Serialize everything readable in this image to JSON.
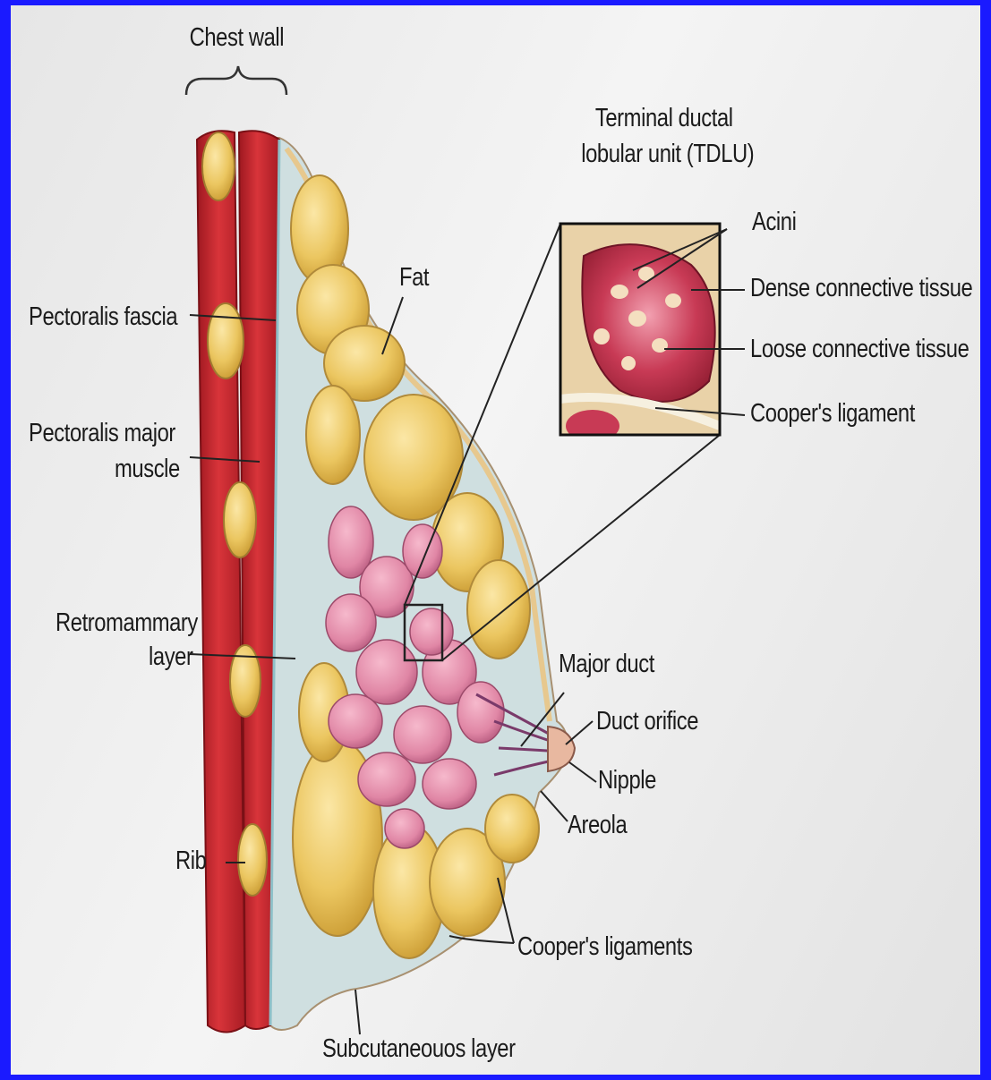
{
  "labels": {
    "chest_wall": "Chest wall",
    "tdlu_line1": "Terminal ductal",
    "tdlu_line2": "lobular unit (TDLU)",
    "acini": "Acini",
    "dense_connective": "Dense connective tissue",
    "loose_connective": "Loose connective tissue",
    "coopers_ligament": "Cooper's ligament",
    "fat": "Fat",
    "pectoralis_fascia": "Pectoralis fascia",
    "pectoralis_major_line1": "Pectoralis major",
    "pectoralis_major_line2": "muscle",
    "retromammary_line1": "Retromammary",
    "retromammary_line2": "layer",
    "major_duct": "Major duct",
    "duct_orifice": "Duct orifice",
    "nipple": "Nipple",
    "areola": "Areola",
    "rib": "Rib",
    "coopers_ligaments": "Cooper's ligaments",
    "subcutaneous": "Subcutaneouos layer"
  },
  "colors": {
    "frame": "#1a1aff",
    "muscle": "#c8202a",
    "fat": "#e8c25a",
    "glandular": "#e48aa8",
    "connective": "#b8d0d4",
    "skin": "#f0d2b4"
  }
}
